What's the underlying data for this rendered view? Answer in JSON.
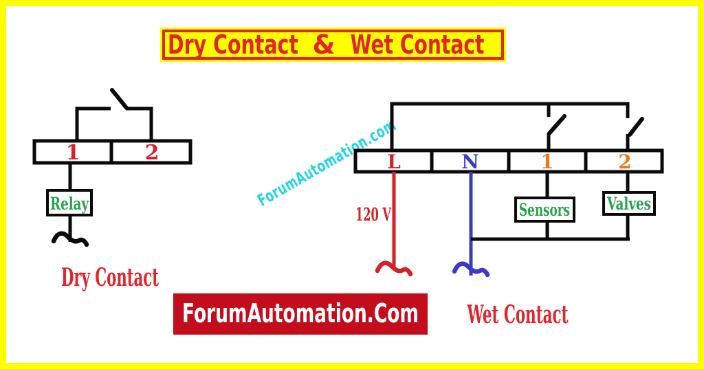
{
  "title": {
    "left": "Dry Contact",
    "separator": "&",
    "right": "Wet Contact"
  },
  "watermark": {
    "text": "ForumAutomation.com"
  },
  "footer_banner": {
    "text": "ForumAutomation.Com"
  },
  "dry": {
    "caption": "Dry Contact",
    "terminals": [
      "1",
      "2"
    ],
    "relay_label": "Relay"
  },
  "wet": {
    "caption": "Wet Contact",
    "terminals": [
      "L",
      "N",
      "1",
      "2"
    ],
    "voltage_label": "120 V",
    "sensors_label": "Sensors",
    "valves_label": "Valves"
  },
  "colors": {
    "frame_yellow": "#FFFF00",
    "title_red": "#E0252D",
    "caption_red": "#E0252D",
    "banner_red_bg": "#C40D1C",
    "banner_text": "#FFFFFF",
    "label_green": "#28A24C",
    "terminal_red": "#D2232C",
    "terminal_orange": "#E8791E",
    "line_red": "#D42127",
    "line_blue": "#3A3AC9",
    "watermark_cyan": "#1FD6E8",
    "wire_black": "#0A0A0A"
  }
}
